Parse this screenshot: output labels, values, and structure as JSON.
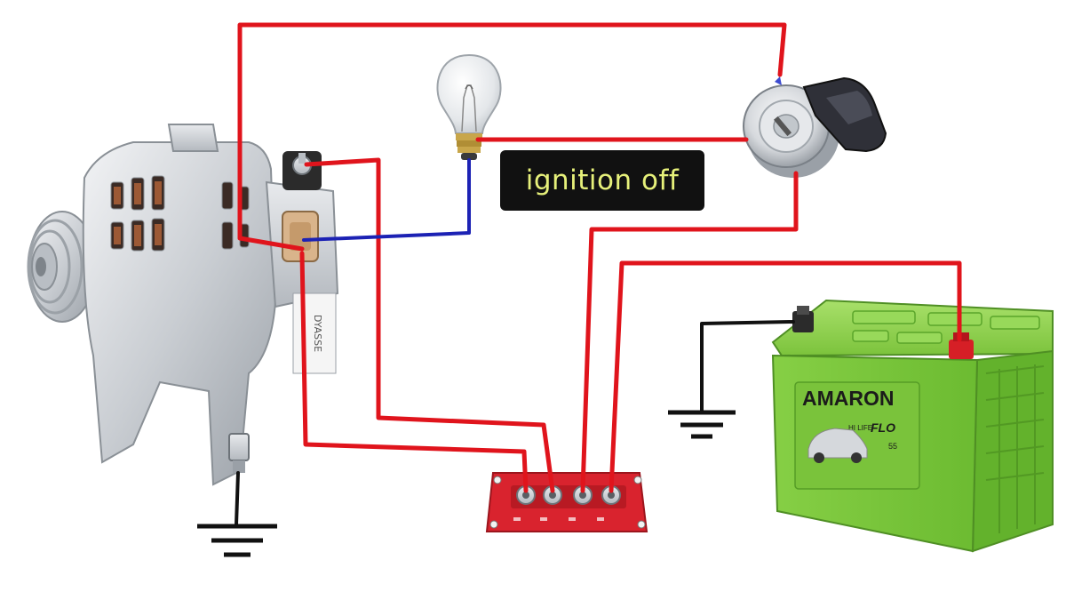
{
  "status": {
    "text": "ignition off"
  },
  "alternator": {
    "label_text": "DYASSE"
  },
  "battery": {
    "brand": "AMARON",
    "model": "FLO",
    "model_prefix": "HI LIFE",
    "badge": "55"
  },
  "wire_colors": {
    "positive": "#e0141c",
    "lamp_signal": "#1c22b4",
    "ground": "#111111"
  },
  "component_colors": {
    "battery_body": "#8fd24a",
    "battery_dark": "#5aa52a",
    "terminal_block": "#d9232e",
    "lamp_glass": "#e9ecef"
  }
}
